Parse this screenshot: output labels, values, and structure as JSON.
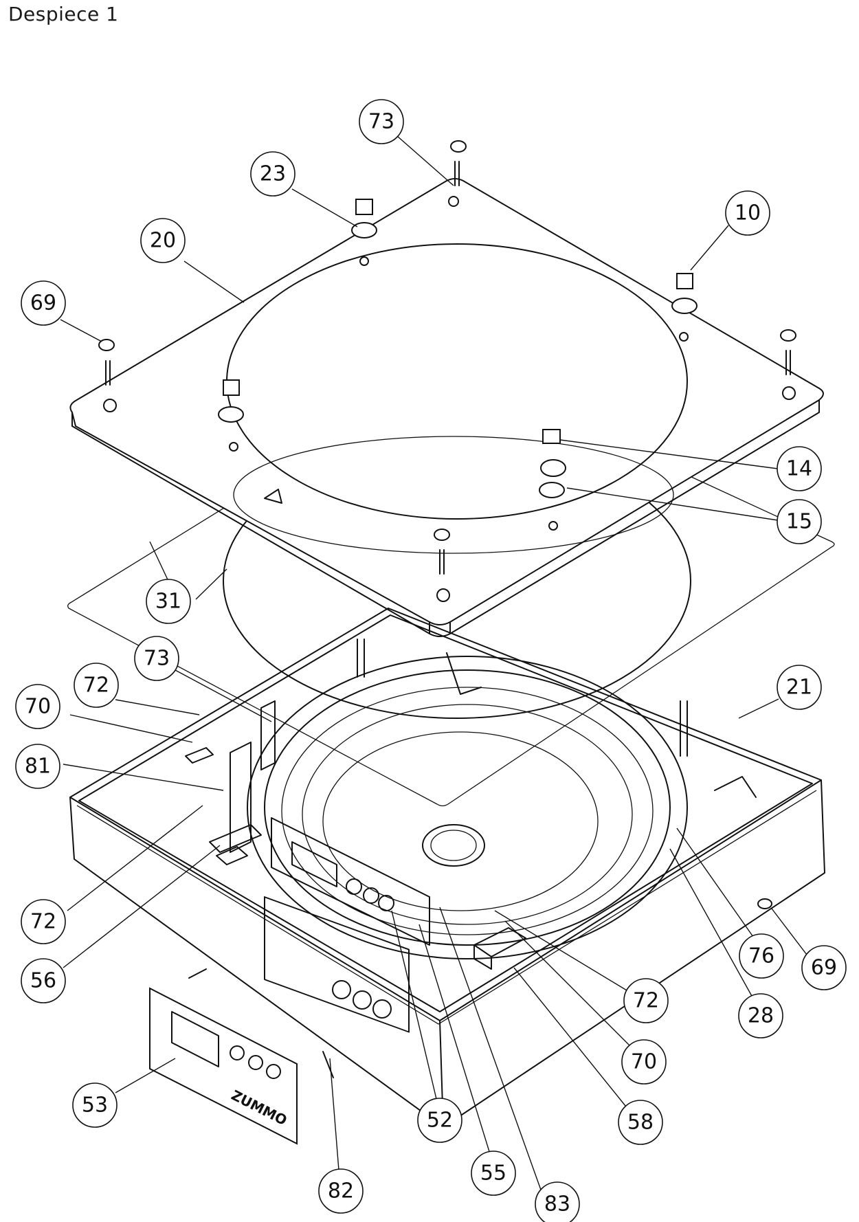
{
  "title": "Despiece 1",
  "balloons": [
    {
      "id": "b73-top",
      "label": "73"
    },
    {
      "id": "b23",
      "label": "23"
    },
    {
      "id": "b10",
      "label": "10"
    },
    {
      "id": "b20",
      "label": "20"
    },
    {
      "id": "b69-top",
      "label": "69"
    },
    {
      "id": "b14",
      "label": "14"
    },
    {
      "id": "b15",
      "label": "15"
    },
    {
      "id": "b31",
      "label": "31"
    },
    {
      "id": "b72-a",
      "label": "72"
    },
    {
      "id": "b73-mid",
      "label": "73"
    },
    {
      "id": "b21",
      "label": "21"
    },
    {
      "id": "b70-a",
      "label": "70"
    },
    {
      "id": "b81",
      "label": "81"
    },
    {
      "id": "b72-b",
      "label": "72"
    },
    {
      "id": "b56",
      "label": "56"
    },
    {
      "id": "b76",
      "label": "76"
    },
    {
      "id": "b69-right",
      "label": "69"
    },
    {
      "id": "b72-c",
      "label": "72"
    },
    {
      "id": "b28",
      "label": "28"
    },
    {
      "id": "b70-b",
      "label": "70"
    },
    {
      "id": "b58",
      "label": "58"
    },
    {
      "id": "b53",
      "label": "53"
    },
    {
      "id": "b52",
      "label": "52"
    },
    {
      "id": "b55",
      "label": "55"
    },
    {
      "id": "b83",
      "label": "83"
    },
    {
      "id": "b82",
      "label": "82"
    }
  ],
  "plate_logo": "ZUMMO"
}
